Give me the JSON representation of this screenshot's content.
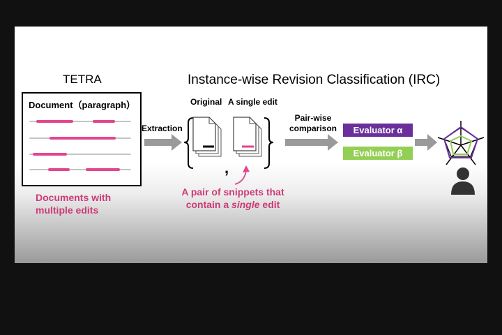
{
  "tetra": {
    "title": "TETRA",
    "document_title": "Document（paragraph）",
    "caption_line1": "Documents with",
    "caption_line2": "multiple edits"
  },
  "irc": {
    "title": "Instance-wise Revision Classification (IRC)",
    "extraction_label": "Extraction",
    "original_label": "Original",
    "single_edit_label": "A single edit",
    "pair_caption_line1": "A pair of snippets that",
    "pair_caption_pre": "contain a ",
    "pair_caption_em": "single",
    "pair_caption_post": " edit",
    "comparison_line1": "Pair-wise",
    "comparison_line2": "comparison"
  },
  "evaluators": {
    "alpha": "Evaluator α",
    "beta": "Evaluator β"
  },
  "colors": {
    "edit_pink": "#e3468c",
    "caption_pink": "#cc3a78",
    "alpha_purple": "#6a2f9a",
    "beta_green": "#93cf54",
    "arrow_gray": "#9a9a9a"
  },
  "icons": [
    "document-stack-icon",
    "edited-document-stack-icon",
    "arrow-icon",
    "radar-chart-icon",
    "person-icon"
  ]
}
